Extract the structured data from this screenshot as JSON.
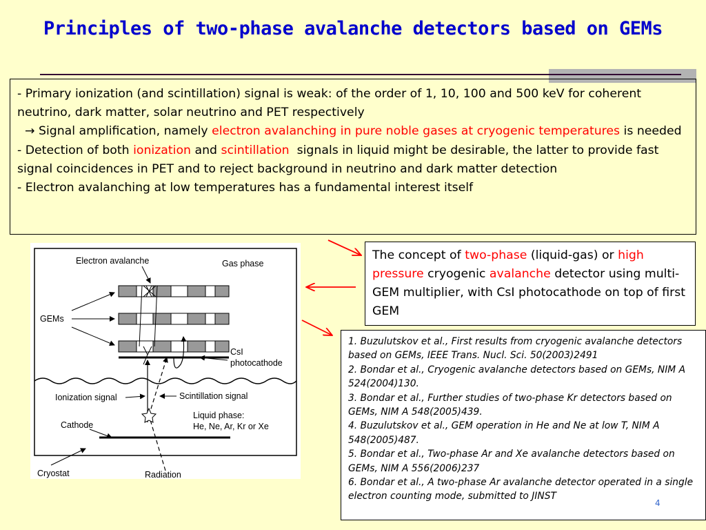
{
  "slide": {
    "title": "Principles of two-phase avalanche detectors based on GEMs",
    "page_number": "4"
  },
  "main_text": {
    "l1": "- Primary ionization (and scintillation) signal is weak: of the order of 1, 10, 100 and 500 keV for coherent neutrino, dark matter, solar neutrino and PET respectively",
    "l2_arrow": "→",
    "l2_a": " Signal amplification, namely ",
    "l2_red": "electron avalanching in pure noble gases at cryogenic temperatures",
    "l2_b": " is needed",
    "l3_a": "- Detection of both ",
    "l3_red1": "ionization",
    "l3_b": " and ",
    "l3_red2": "scintillation",
    "l3_c": "  signals in liquid might be desirable, the latter to provide fast signal coincidences in PET and to reject background in neutrino and dark matter detection",
    "l4": "- Electron avalanching at low temperatures has a fundamental interest itself"
  },
  "concept": {
    "a": "The concept of ",
    "red1": "two-phase",
    "b": " (liquid-gas) or ",
    "red2": "high pressure",
    "c": " cryogenic ",
    "red3": "avalanche",
    "d": " detector using multi-GEM multiplier, with CsI photocathode on top of first GEM"
  },
  "diagram": {
    "electron_avalanche": "Electron avalanche",
    "gas_phase": "Gas phase",
    "gems": "GEMs",
    "csi": "CsI",
    "photocathode": "photocathode",
    "ionization_signal": "Ionization signal",
    "scintillation_signal": "Scintillation signal",
    "cathode": "Cathode",
    "liquid_phase": "Liquid phase:",
    "liquids": "He, Ne, Ar, Kr or Xe",
    "cryostat": "Cryostat",
    "radiation": "Radiation"
  },
  "references": [
    "1. Buzulutskov et al., First results from cryogenic avalanche detectors based on GEMs, IEEE Trans. Nucl. Sci. 50(2003)2491",
    "2. Bondar et al., Cryogenic avalanche detectors based on GEMs, NIM A 524(2004)130.",
    "3. Bondar et al., Further studies of two-phase Kr detectors based on GEMs, NIM A 548(2005)439.",
    "4. Buzulutskov et al., GEM operation in He and Ne at low T, NIM A 548(2005)487.",
    "5. Bondar et al., Two-phase Ar and Xe avalanche detectors based on GEMs, NIM A 556(2006)237",
    "6. Bondar et al., A two-phase Ar avalanche detector operated in a single electron counting mode, submitted to JINST"
  ],
  "colors": {
    "title": "#0000cc",
    "highlight": "#ff0000",
    "background": "#ffffcc",
    "arrows": "#ff0000"
  }
}
